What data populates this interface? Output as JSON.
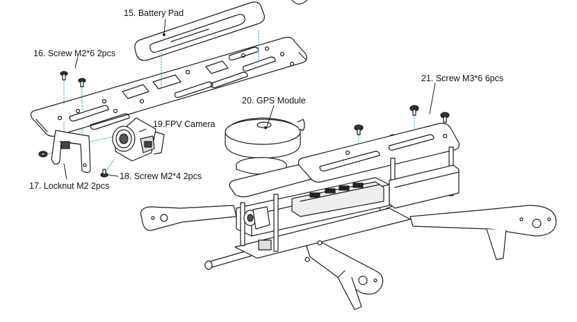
{
  "labels": {
    "battery_pad": "15. Battery Pad",
    "screw_m2x6": "16. Screw  M2*6  2pcs",
    "locknut_m2": "17. Locknut M2 2pcs",
    "screw_m2x4": "18. Screw  M2*4  2pcs",
    "fpv_camera": "19.FPV Camera",
    "gps_module": "20. GPS Module",
    "screw_m3x6": "21. Screw  M3*6  6pcs"
  },
  "colors": {
    "line": "#1a1a1a",
    "guide": "#2aa7b8",
    "fill": "#ffffff",
    "shade": "#d9d9d9"
  }
}
